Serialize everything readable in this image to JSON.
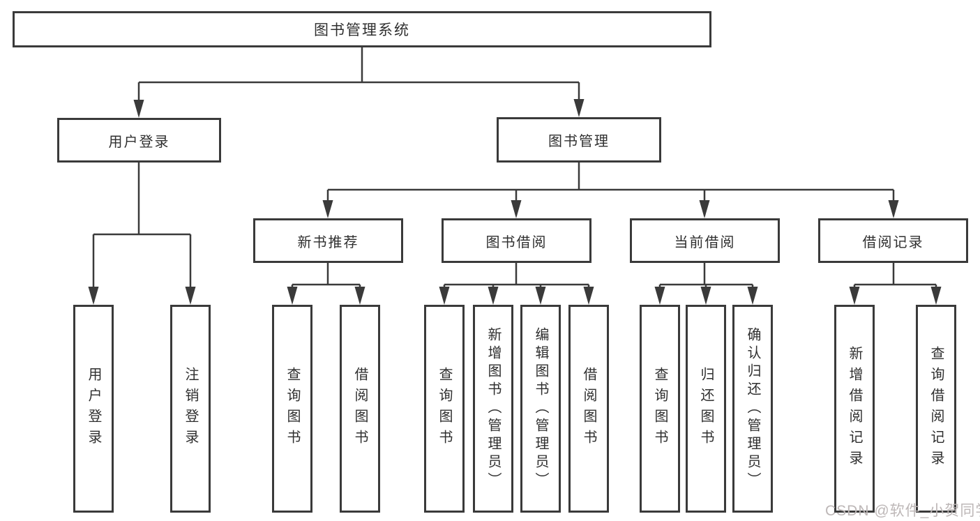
{
  "diagram": {
    "root": {
      "label": "图书管理系统"
    },
    "user_login": {
      "label": "用户登录",
      "children": [
        {
          "label": "用户登录"
        },
        {
          "label": "注销登录"
        }
      ]
    },
    "book_mgmt": {
      "label": "图书管理",
      "groups": [
        {
          "label": "新书推荐",
          "children": [
            {
              "label": "查询图书"
            },
            {
              "label": "借阅图书"
            }
          ]
        },
        {
          "label": "图书借阅",
          "children": [
            {
              "label": "查询图书"
            },
            {
              "label": "新增图书（管理员）"
            },
            {
              "label": "编辑图书（管理员）"
            },
            {
              "label": "借阅图书"
            }
          ]
        },
        {
          "label": "当前借阅",
          "children": [
            {
              "label": "查询图书"
            },
            {
              "label": "归还图书"
            },
            {
              "label": "确认归还（管理员）"
            }
          ]
        },
        {
          "label": "借阅记录",
          "children": [
            {
              "label": "新增借阅记录"
            },
            {
              "label": "查询借阅记录"
            }
          ]
        }
      ]
    }
  },
  "watermark": {
    "text": "CSDN @软件_小贺同学"
  },
  "colors": {
    "line": "#3a3a3a",
    "text": "#2f2f2f",
    "watermark": "#bdb7b7",
    "background": "#ffffff"
  }
}
